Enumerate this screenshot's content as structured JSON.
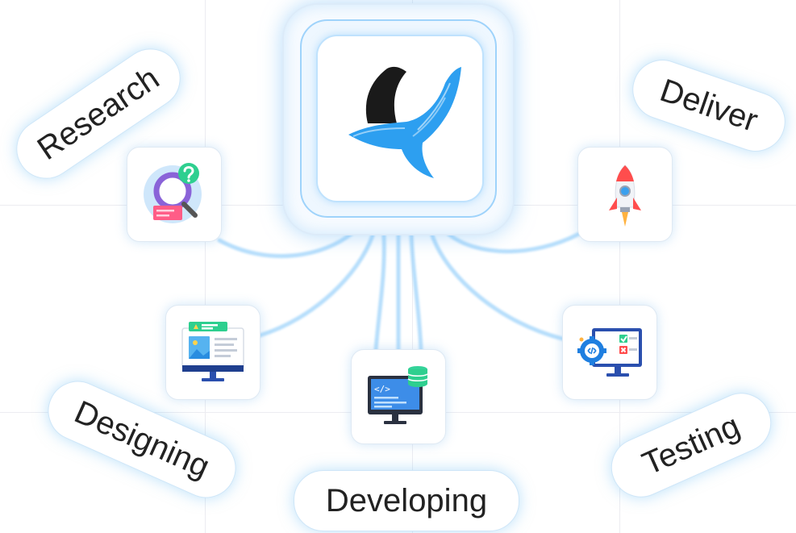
{
  "diagram": {
    "hub": {
      "logo_icon": "bird-logo-icon",
      "colors": {
        "wing": "#2d9ff0",
        "fin": "#1a1a1a",
        "glow": "#8fcdfb"
      }
    },
    "stages": [
      {
        "id": "research",
        "label": "Research",
        "icon": "magnifier-question-icon"
      },
      {
        "id": "designing",
        "label": "Designing",
        "icon": "design-monitor-icon"
      },
      {
        "id": "developing",
        "label": "Developing",
        "icon": "code-monitor-database-icon"
      },
      {
        "id": "testing",
        "label": "Testing",
        "icon": "test-monitor-checklist-icon"
      },
      {
        "id": "deliver",
        "label": "Deliver",
        "icon": "rocket-icon"
      }
    ],
    "colors": {
      "connector": "#a9d8fb",
      "pill_border": "#cfe6f8",
      "text": "#222222"
    }
  }
}
